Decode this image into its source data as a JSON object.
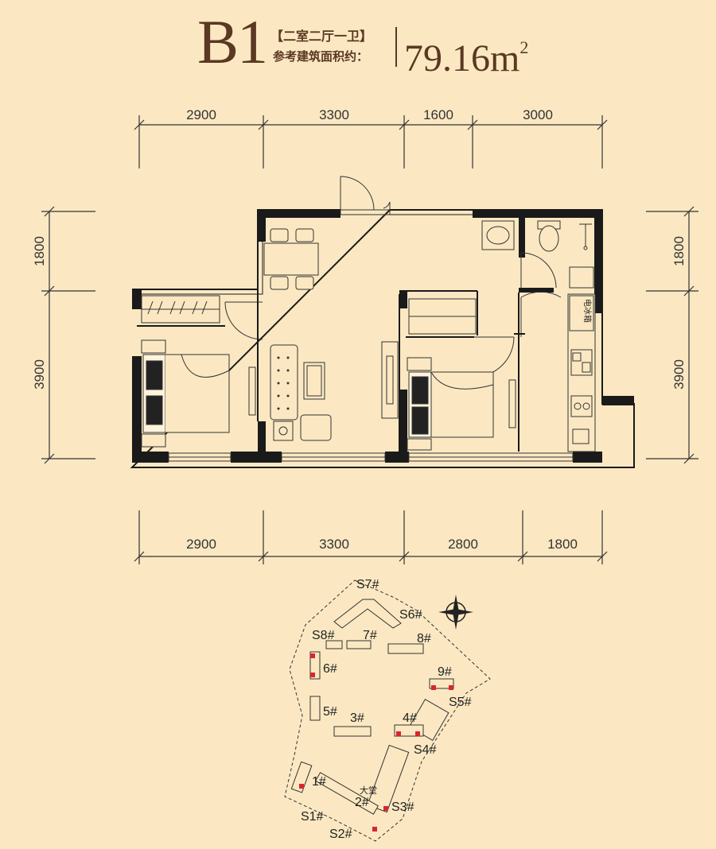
{
  "header": {
    "code": "B1",
    "layout_type": "【二室二厅一卫】",
    "area_label": "参考建筑面积约：",
    "area_value": "79.16m",
    "area_unit_sup": "2"
  },
  "dimensions": {
    "top": [
      "2900",
      "3300",
      "1600",
      "3000"
    ],
    "bottom": [
      "2900",
      "3300",
      "2800",
      "1800"
    ],
    "left": [
      "1800",
      "3900"
    ],
    "right": [
      "1800",
      "3900"
    ]
  },
  "plan_labels": {
    "fridge": "电冰箱"
  },
  "site_plan": {
    "buildings": [
      "S7#",
      "S6#",
      "S8#",
      "7#",
      "8#",
      "6#",
      "9#",
      "S5#",
      "5#",
      "3#",
      "4#",
      "S4#",
      "1#",
      "2#",
      "S3#",
      "S1#",
      "S2#"
    ],
    "lobby": "大堂"
  },
  "colors": {
    "background": "#fbe8c2",
    "title": "#5a3822",
    "wall": "#1a1a1a",
    "highlight": "#d9262e"
  }
}
